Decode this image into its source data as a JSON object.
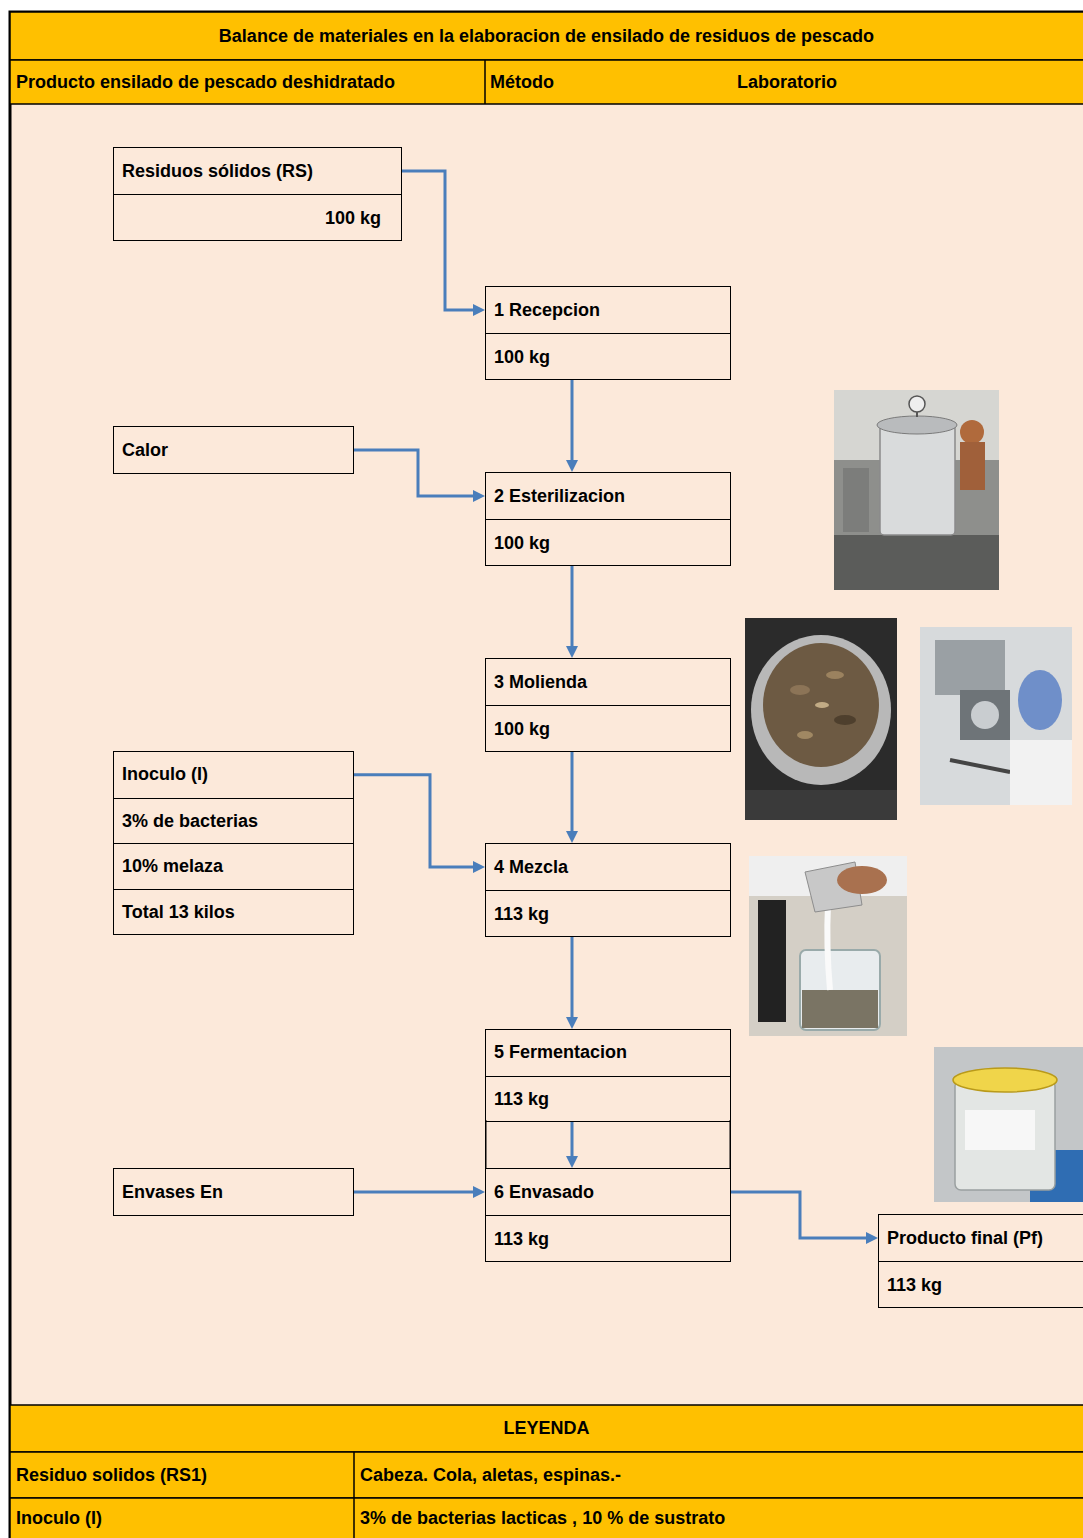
{
  "diagram": {
    "title": "Balance de materiales en la elaboracion de ensilado de residuos de pescado",
    "nodes": [
      {
        "text": [
          "Residuos sólidos (RS)",
          "100 kg"
        ]
      },
      {
        "text": [
          "1 Recepcion",
          "100 kg"
        ]
      },
      {
        "text": [
          "Calor"
        ]
      },
      {
        "text": [
          "2 Esterilizacion",
          "100 kg"
        ]
      },
      {
        "text": [
          "3 Molienda",
          "100 kg"
        ]
      },
      {
        "text": [
          "Inoculo (I)",
          "3% de bacterias",
          "10% melaza",
          "Total 13 kilos"
        ]
      },
      {
        "text": [
          "4 Mezcla",
          "113 kg"
        ]
      },
      {
        "text": [
          "5 Fermentacion",
          "113 kg"
        ]
      },
      {
        "text": [
          "Envases En"
        ]
      },
      {
        "text": [
          "6 Envasado",
          "113 kg"
        ]
      },
      {
        "text": [
          "Producto final (Pf)",
          "113 kg"
        ]
      }
    ],
    "edges": [
      {
        "from": 0,
        "to": 1,
        "arrow": "to"
      },
      {
        "from": 1,
        "to": 3,
        "arrow": "to"
      },
      {
        "from": 2,
        "to": 3,
        "arrow": "to"
      },
      {
        "from": 3,
        "to": 4,
        "arrow": "to"
      },
      {
        "from": 4,
        "to": 6,
        "arrow": "to"
      },
      {
        "from": 5,
        "to": 6,
        "arrow": "to"
      },
      {
        "from": 6,
        "to": 7,
        "arrow": "to"
      },
      {
        "from": 7,
        "to": 9,
        "arrow": "to"
      },
      {
        "from": 8,
        "to": 9,
        "arrow": "to"
      },
      {
        "from": 9,
        "to": 10,
        "arrow": "to"
      }
    ],
    "labels": [
      "Producto ensilado de pescado deshidratado",
      "Método",
      "Laboratorio",
      "LEYENDA",
      "Residuo solidos (RS1)",
      "Cabeza. Cola, aletas, espinas.-",
      "Inoculo (I)",
      "3% de bacterias lacticas , 10 % de sustrato"
    ]
  }
}
